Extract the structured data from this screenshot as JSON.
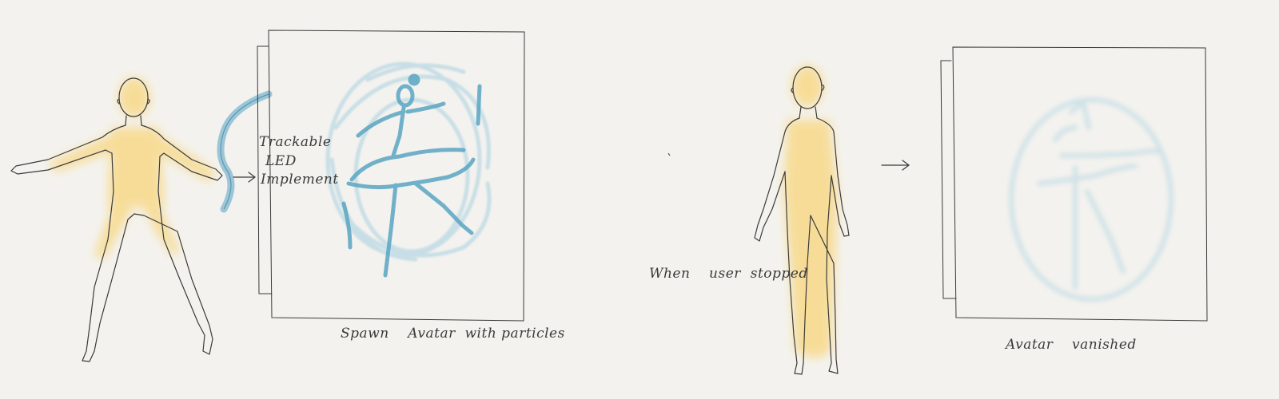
{
  "scene1": {
    "label_line1": "Trackable",
    "label_line2": "LED",
    "label_line3": "Implement",
    "caption": "Spawn    Avatar  with particles"
  },
  "scene2": {
    "condition": "When    user  stopped",
    "caption": "Avatar    vanished"
  },
  "colors": {
    "background": "#f3f2ee",
    "body_glow": "#f8d98a",
    "particle_blue": "#5aa5c2",
    "pencil": "#3a3a3a"
  }
}
